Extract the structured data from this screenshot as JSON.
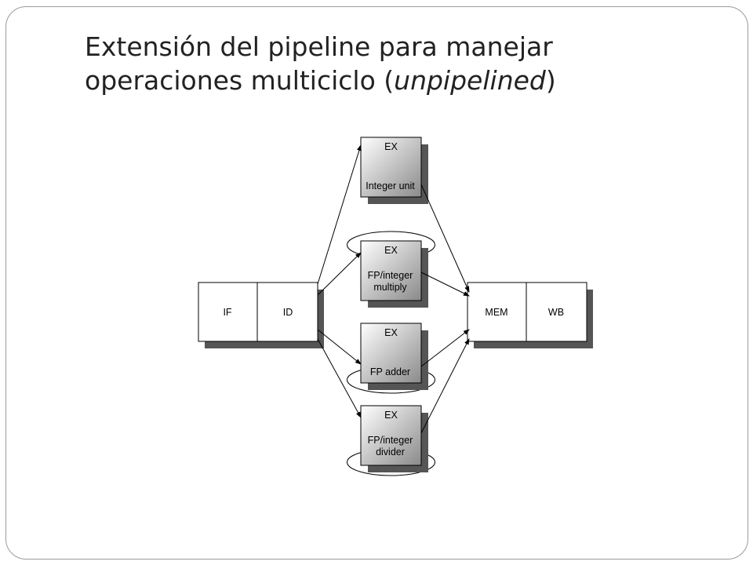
{
  "slide": {
    "title_line1": "Extensión del pipeline para manejar",
    "title_line2_prefix": "operaciones multiciclo (",
    "title_line2_italic": "unpipelined",
    "title_line2_suffix": ")"
  },
  "diagram": {
    "if_label": "IF",
    "id_label": "ID",
    "mem_label": "MEM",
    "wb_label": "WB",
    "units": [
      {
        "name": "integer-unit",
        "stage": "EX",
        "lines": [
          "Integer unit"
        ],
        "loop": false
      },
      {
        "name": "fp-multiply",
        "stage": "EX",
        "lines": [
          "FP/integer",
          "multiply"
        ],
        "loop": true
      },
      {
        "name": "fp-adder",
        "stage": "EX",
        "lines": [
          "FP adder"
        ],
        "loop": true
      },
      {
        "name": "fp-divider",
        "stage": "EX",
        "lines": [
          "FP/integer",
          "divider"
        ],
        "loop": true
      }
    ]
  }
}
